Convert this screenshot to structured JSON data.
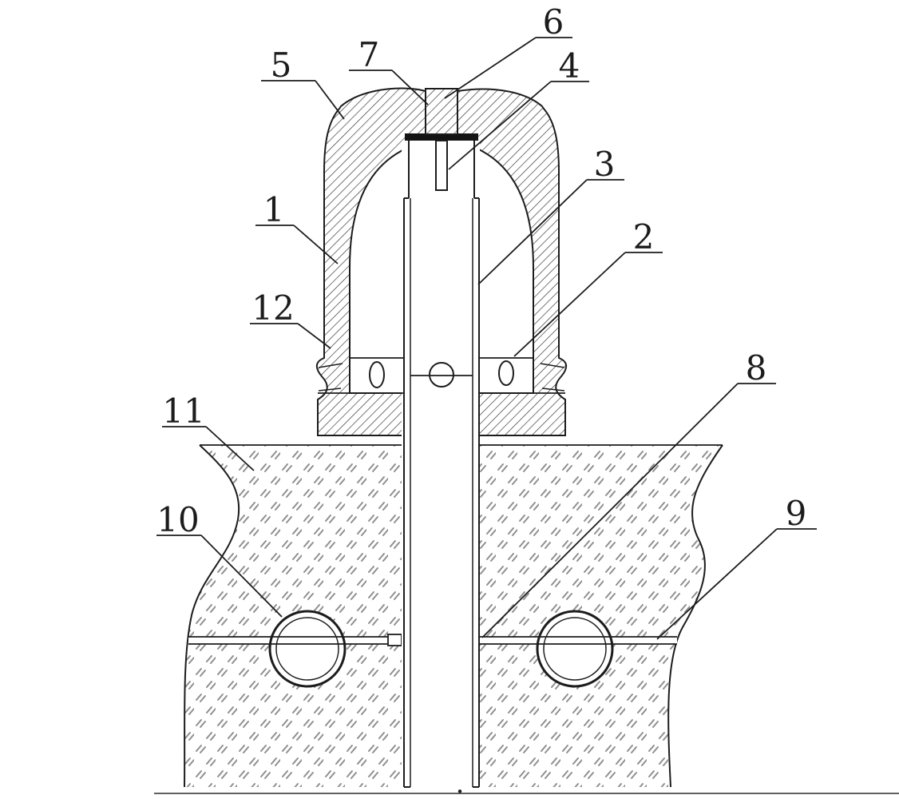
{
  "figure": {
    "background_color": "#ffffff",
    "line_color": "#1c1c1c",
    "section_hatch_color": "#2e2e2e",
    "ground_hatch_color": "#8f8f8f",
    "footnote_mark": "."
  },
  "callouts": [
    {
      "id": "1",
      "text": "1"
    },
    {
      "id": "2",
      "text": "2"
    },
    {
      "id": "3",
      "text": "3"
    },
    {
      "id": "4",
      "text": "4"
    },
    {
      "id": "5",
      "text": "5"
    },
    {
      "id": "6",
      "text": "6"
    },
    {
      "id": "7",
      "text": "7"
    },
    {
      "id": "8",
      "text": "8"
    },
    {
      "id": "9",
      "text": "9"
    },
    {
      "id": "10",
      "text": "10"
    },
    {
      "id": "11",
      "text": "11"
    },
    {
      "id": "12",
      "text": "12"
    }
  ]
}
